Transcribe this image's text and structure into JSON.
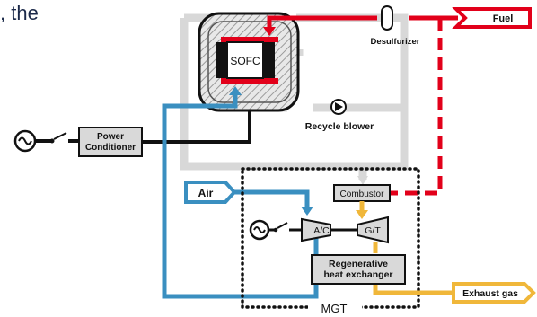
{
  "caption_fragment": ", the",
  "components": {
    "sofc": "SOFC",
    "fuel": "Fuel",
    "desulfurizer": "Desulfurizer",
    "recycle_blower": "Recycle blower",
    "power_conditioner_line1": "Power",
    "power_conditioner_line2": "Conditioner",
    "air": "Air",
    "combustor": "Combustor",
    "compressor": "A/C",
    "turbine": "G/T",
    "regen_line1": "Regenerative",
    "regen_line2": "heat exchanger",
    "exhaust": "Exhaust gas",
    "mgt": "MGT"
  },
  "icons": [
    "ac-generator-icon",
    "switch-icon",
    "blower-icon",
    "arrow-icon"
  ],
  "colors": {
    "fuel_line": "#e2001a",
    "air_line": "#3a8fc0",
    "exhaust_line": "#f0b73a",
    "recycle_line": "#d8d8d8",
    "electric_line": "#111111",
    "box_fill": "#d9d9d9"
  }
}
